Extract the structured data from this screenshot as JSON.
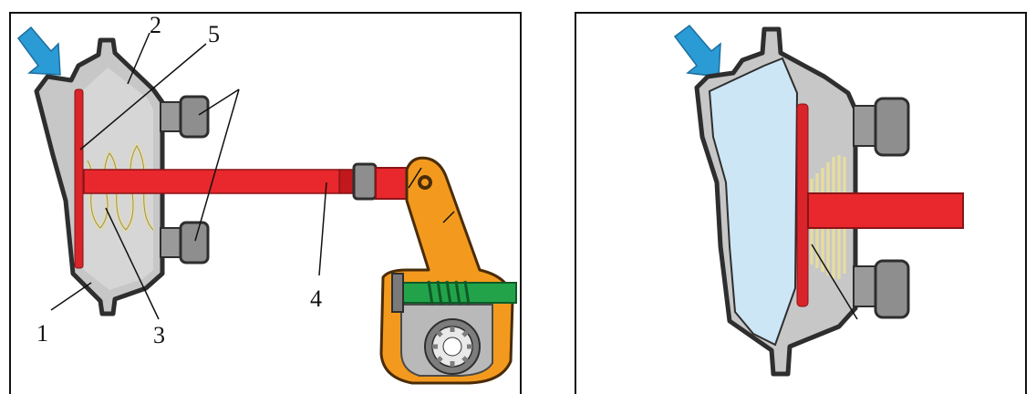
{
  "diagram": {
    "left_panel": {
      "callouts": [
        "1",
        "2",
        "3",
        "4",
        "5"
      ]
    },
    "right_panel": {},
    "colors": {
      "housing": "#c7c7c7",
      "outline": "#2e2e2e",
      "diaphragm": "#d8242a",
      "push_rod": "#e8282c",
      "spring": "#e6dca0",
      "slack_adjuster": "#f39a1e",
      "worm_gear": "#22a34a",
      "air_arrow": "#2b9bd6",
      "air_chamber": "#cde6f6"
    },
    "icons": [
      "air-inlet-arrow-icon"
    ]
  }
}
